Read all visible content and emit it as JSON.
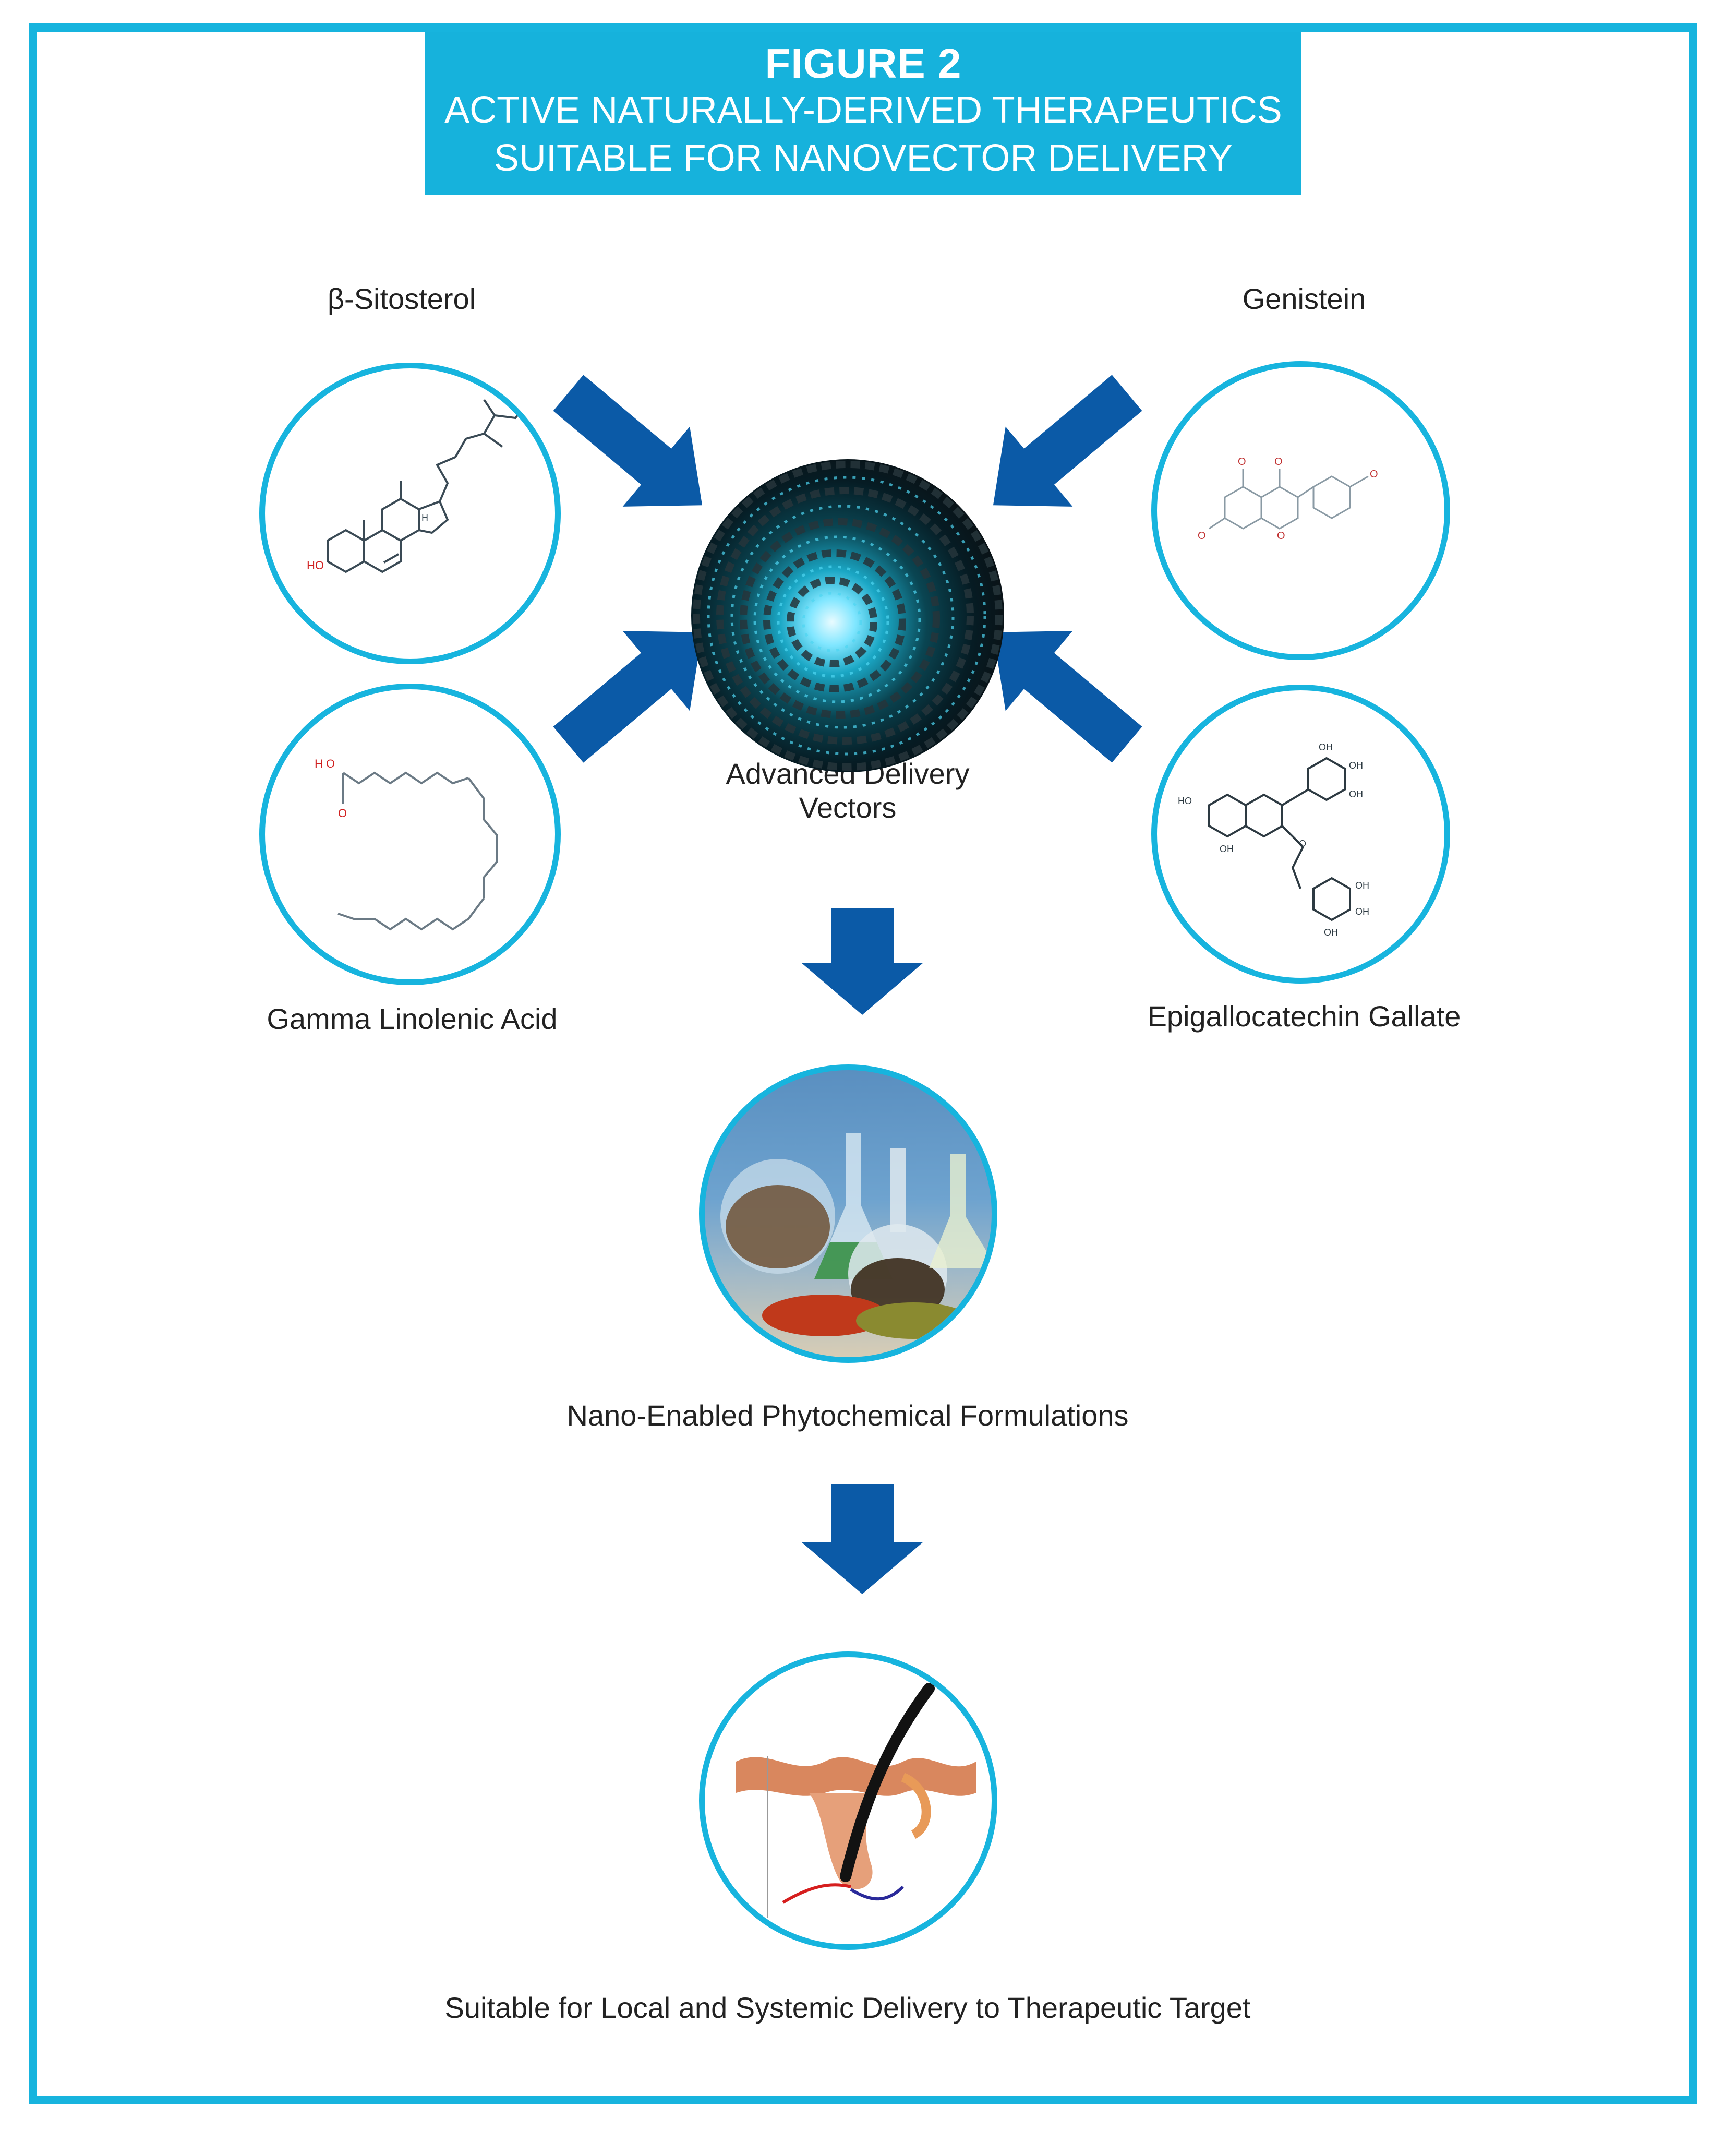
{
  "colors": {
    "frame": "#17b4de",
    "banner": "#16b2dc",
    "arrow": "#0b5aa7"
  },
  "banner": {
    "figure": "FIGURE 2",
    "line1": "ACTIVE NATURALLY-DERIVED THERAPEUTICS",
    "line2": "SUITABLE FOR NANOVECTOR DELIVERY"
  },
  "compounds": {
    "sitosterol": "β-Sitosterol",
    "genistein": "Genistein",
    "gla": "Gamma Linolenic Acid",
    "egcg": "Epigallocatechin Gallate"
  },
  "center": {
    "line1": "Advanced Delivery",
    "line2": "Vectors"
  },
  "formulations": "Nano-Enabled Phytochemical Formulations",
  "target": "Suitable for Local and Systemic Delivery to Therapeutic Target",
  "icons": {
    "sitosterol": "steroid-structure-icon",
    "genistein": "isoflavone-structure-icon",
    "gla": "fatty-acid-structure-icon",
    "egcg": "catechin-structure-icon",
    "nanovector": "nanotube-tunnel-icon",
    "flasks": "lab-flasks-icon",
    "hair": "hair-follicle-icon"
  }
}
